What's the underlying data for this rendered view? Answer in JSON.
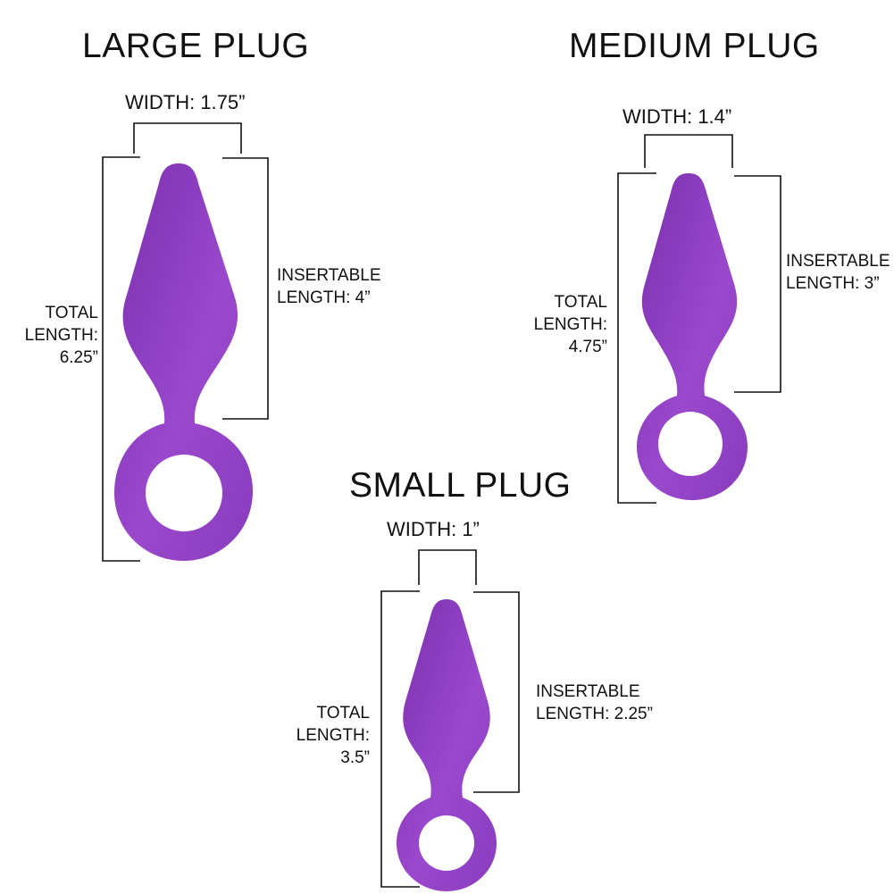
{
  "colors": {
    "plug_fill": "#8e3fbf",
    "plug_dark": "#6f2a9e",
    "plug_light": "#b05ad6",
    "line": "#111111",
    "background": "#ffffff"
  },
  "plugs": [
    {
      "id": "large",
      "title": "LARGE PLUG",
      "width_label": "WIDTH: 1.75”",
      "insertable_label": [
        "INSERTABLE",
        "LENGTH: 4”"
      ],
      "total_label": [
        "TOTAL",
        "LENGTH:",
        "6.25”"
      ]
    },
    {
      "id": "medium",
      "title": "MEDIUM PLUG",
      "width_label": "WIDTH: 1.4”",
      "insertable_label": [
        "INSERTABLE",
        "LENGTH: 3”"
      ],
      "total_label": [
        "TOTAL",
        "LENGTH:",
        "4.75”"
      ]
    },
    {
      "id": "small",
      "title": "SMALL PLUG",
      "width_label": "WIDTH: 1”",
      "insertable_label": [
        "INSERTABLE",
        "LENGTH: 2.25”"
      ],
      "total_label": [
        "TOTAL",
        "LENGTH:",
        "3.5”"
      ]
    }
  ]
}
